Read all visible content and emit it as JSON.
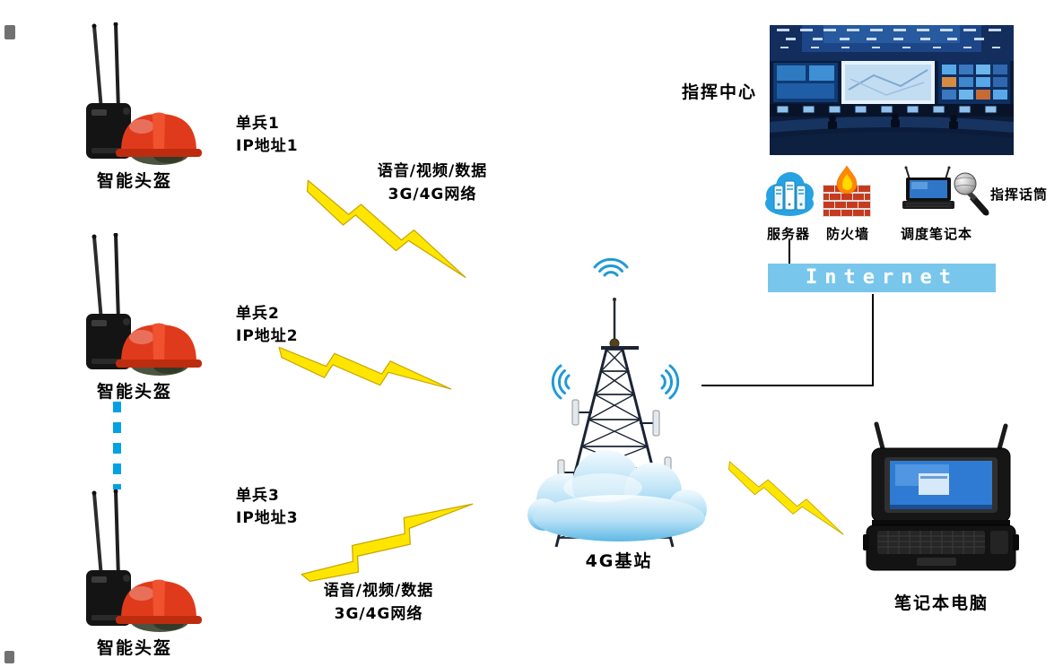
{
  "units": [
    {
      "name": "单兵1",
      "ip": "IP地址1",
      "device_label": "智能头盔"
    },
    {
      "name": "单兵2",
      "ip": "IP地址2",
      "device_label": "智能头盔"
    },
    {
      "name": "单兵3",
      "ip": "IP地址3",
      "device_label": "智能头盔"
    }
  ],
  "links": {
    "top": {
      "line1": "语音/视频/数据",
      "line2": "3G/4G网络"
    },
    "bottom": {
      "line1": "语音/视频/数据",
      "line2": "3G/4G网络"
    }
  },
  "base_station": {
    "label": "4G基站"
  },
  "command_center": {
    "label": "指挥中心",
    "server": "服务器",
    "firewall": "防火墙",
    "dispatch_laptop": "调度笔记本",
    "microphone": "指挥话筒"
  },
  "internet": {
    "label": "Internet"
  },
  "field_laptop": {
    "label": "笔记本电脑"
  },
  "colors": {
    "lightning": "#ffe600",
    "lightning_edge": "#c9a800",
    "internet_bar": "#79c6ec",
    "dotted_link": "#00a2e4",
    "wifi_blue": "#1f9ad6",
    "helmet_red": "#e03a1c",
    "cloud_blue": "#5fb8e6"
  }
}
